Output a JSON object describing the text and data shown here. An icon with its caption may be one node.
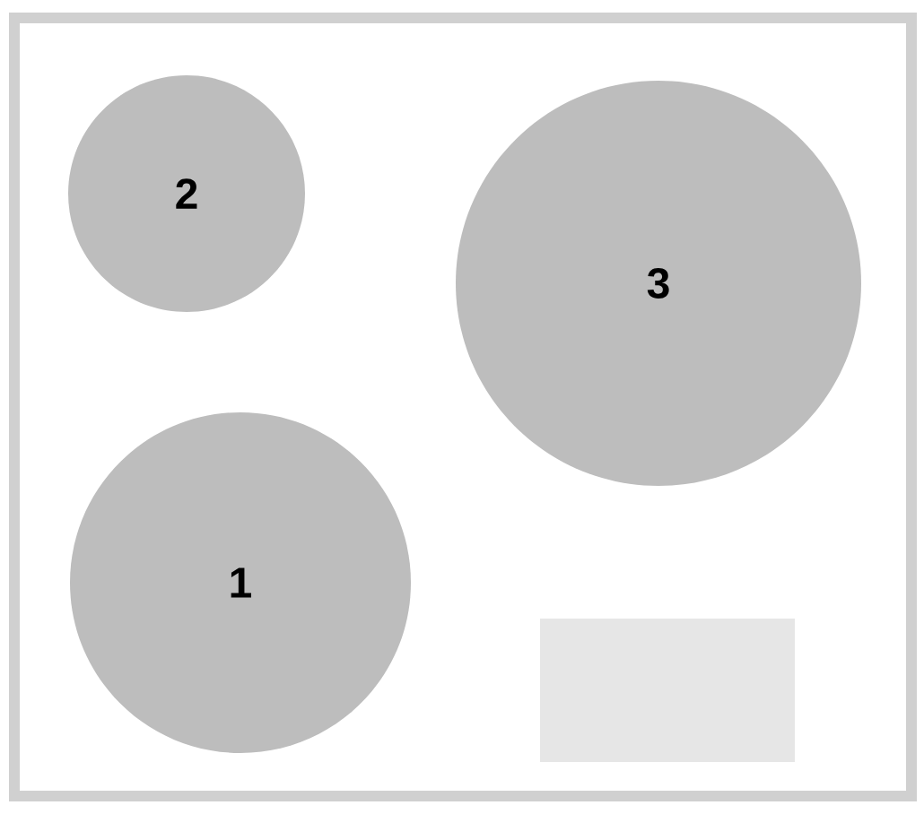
{
  "diagram": {
    "nodes": [
      {
        "text": [],
        "shape": "box"
      },
      {
        "text": [
          "2"
        ],
        "in": 0
      },
      {
        "text": [
          "3"
        ],
        "in": 0
      },
      {
        "text": [
          "1"
        ],
        "in": 0
      },
      {
        "text": [],
        "shape": "box",
        "in": 0
      }
    ]
  }
}
